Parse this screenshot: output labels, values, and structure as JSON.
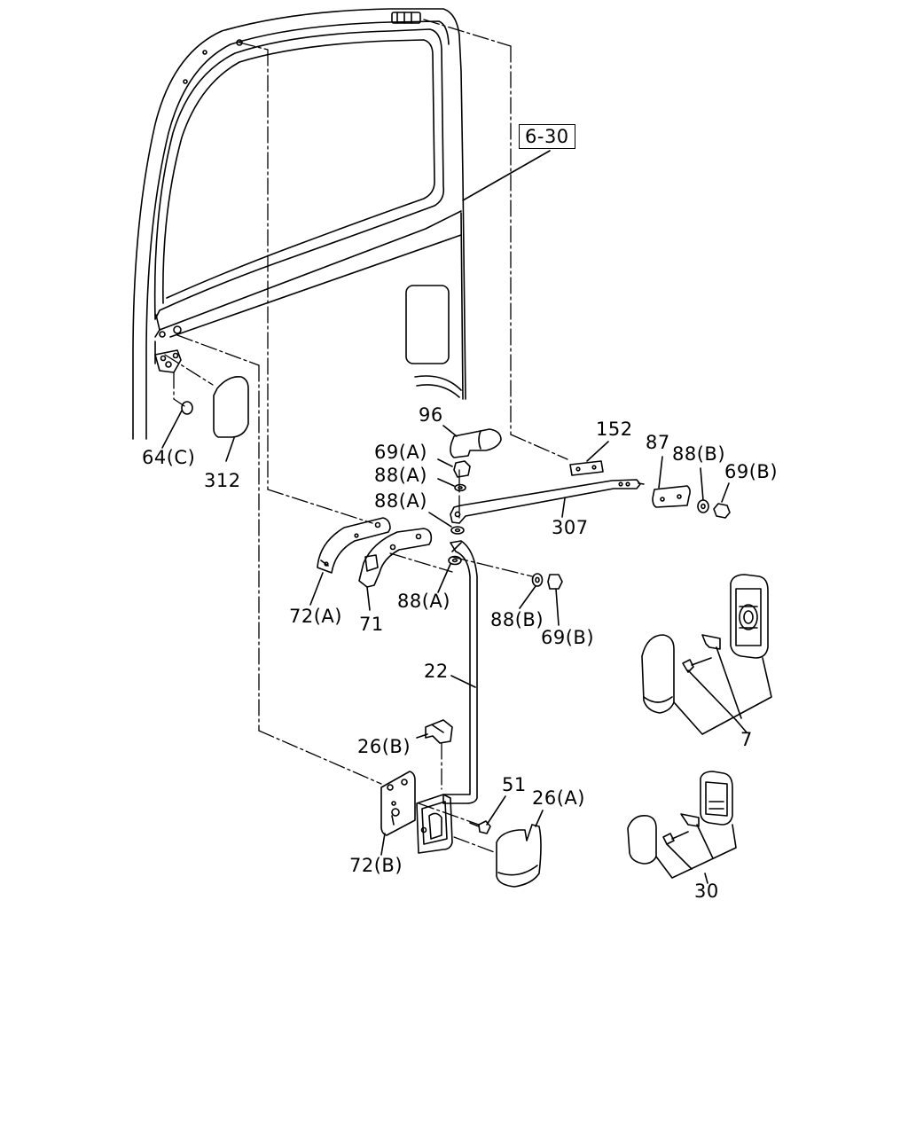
{
  "diagram": {
    "ref_box": "6-30",
    "callouts": [
      {
        "id": "96",
        "text": "96"
      },
      {
        "id": "152",
        "text": "152"
      },
      {
        "id": "87",
        "text": "87"
      },
      {
        "id": "88b_top",
        "text": "88(B)"
      },
      {
        "id": "69b_top",
        "text": "69(B)"
      },
      {
        "id": "69a",
        "text": "69(A)"
      },
      {
        "id": "88a_1",
        "text": "88(A)"
      },
      {
        "id": "88a_2",
        "text": "88(A)"
      },
      {
        "id": "307",
        "text": "307"
      },
      {
        "id": "64c",
        "text": "64(C)"
      },
      {
        "id": "312",
        "text": "312"
      },
      {
        "id": "72a",
        "text": "72(A)"
      },
      {
        "id": "71",
        "text": "71"
      },
      {
        "id": "88a_3",
        "text": "88(A)"
      },
      {
        "id": "88b_mid",
        "text": "88(B)"
      },
      {
        "id": "69b_mid",
        "text": "69(B)"
      },
      {
        "id": "22",
        "text": "22"
      },
      {
        "id": "7",
        "text": "7"
      },
      {
        "id": "26b",
        "text": "26(B)"
      },
      {
        "id": "51",
        "text": "51"
      },
      {
        "id": "26a",
        "text": "26(A)"
      },
      {
        "id": "72b",
        "text": "72(B)"
      },
      {
        "id": "30",
        "text": "30"
      }
    ]
  }
}
